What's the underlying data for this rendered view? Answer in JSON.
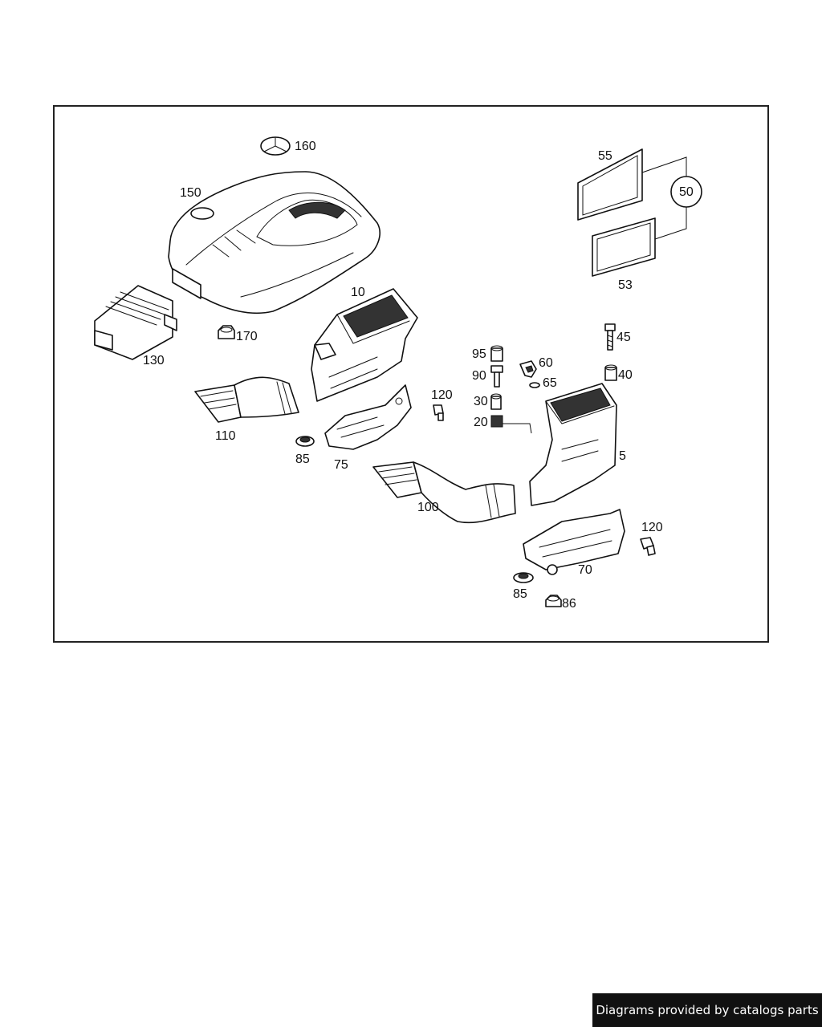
{
  "diagram": {
    "callouts": {
      "p160": "160",
      "p150": "150",
      "p55": "55",
      "p50": "50",
      "p53": "53",
      "p10": "10",
      "p130": "130",
      "p170": "170",
      "p45": "45",
      "p95": "95",
      "p60": "60",
      "p90": "90",
      "p65": "65",
      "p40": "40",
      "p120a": "120",
      "p30": "30",
      "p20": "20",
      "p110": "110",
      "p85a": "85",
      "p75": "75",
      "p5": "5",
      "p100": "100",
      "p120b": "120",
      "p70": "70",
      "p85b": "85",
      "p86": "86"
    }
  },
  "footer": {
    "credit": "Diagrams provided by catalogs parts",
    "background": "#111111",
    "color": "#ffffff"
  }
}
